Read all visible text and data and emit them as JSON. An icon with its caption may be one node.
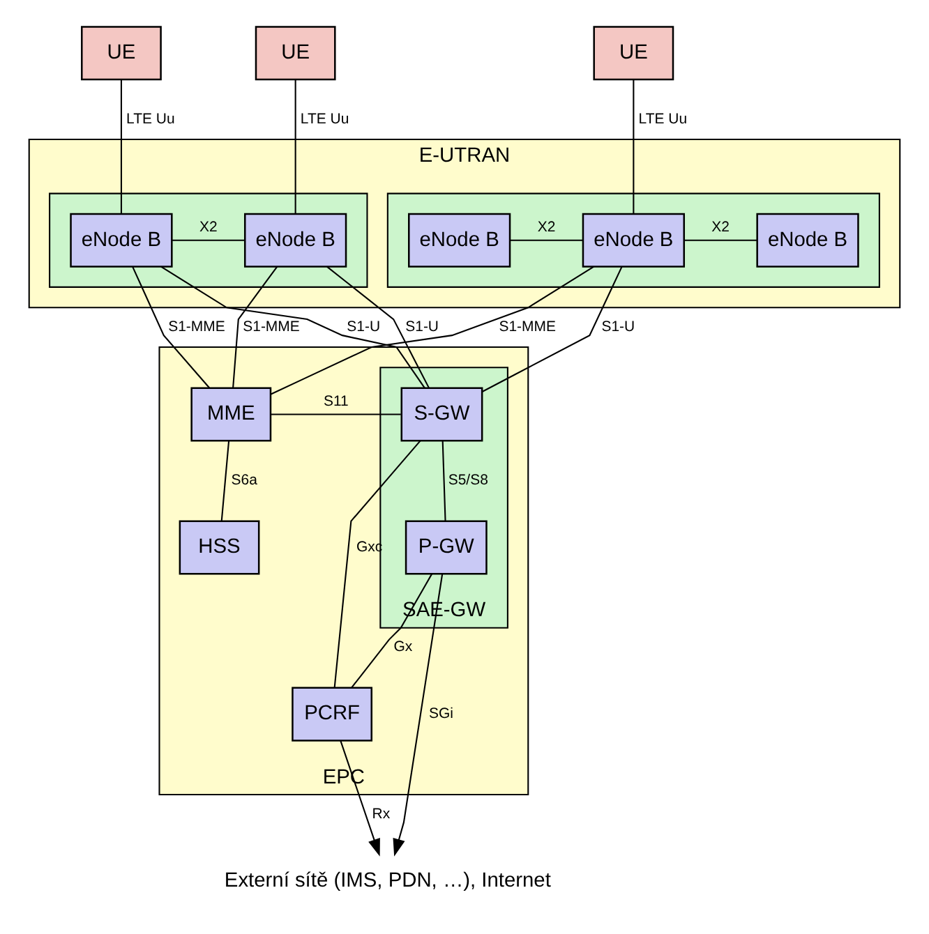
{
  "diagram": {
    "nodes": [
      {
        "text": [
          "UE"
        ]
      },
      {
        "text": [
          "UE"
        ]
      },
      {
        "text": [
          "UE"
        ]
      },
      {
        "text": [
          "E-UTRAN"
        ]
      },
      {
        "text": [],
        "shape": "box",
        "in": 3
      },
      {
        "text": [],
        "shape": "box",
        "in": 3
      },
      {
        "text": [
          "eNode B"
        ],
        "in": 4
      },
      {
        "text": [
          "eNode B"
        ],
        "in": 4
      },
      {
        "text": [
          "eNode B"
        ],
        "in": 5
      },
      {
        "text": [
          "eNode B"
        ],
        "in": 5
      },
      {
        "text": [
          "eNode B"
        ],
        "in": 5
      },
      {
        "text": [
          "EPC"
        ]
      },
      {
        "text": [
          "MME"
        ],
        "in": 11
      },
      {
        "text": [
          "SAE-GW"
        ],
        "in": 11
      },
      {
        "text": [
          "S-GW"
        ],
        "in": 13
      },
      {
        "text": [
          "HSS"
        ],
        "in": 11
      },
      {
        "text": [
          "P-GW"
        ],
        "in": 13
      },
      {
        "text": [
          "PCRF"
        ],
        "in": 11
      },
      {
        "text": [
          "Externí sítě (IMS, PDN, …), Internet"
        ]
      }
    ],
    "edges": [
      {
        "from": 0,
        "to": 6,
        "arrow": "none",
        "label": "LTE Uu"
      },
      {
        "from": 1,
        "to": 7,
        "arrow": "none",
        "label": "LTE Uu"
      },
      {
        "from": 2,
        "to": 9,
        "arrow": "none",
        "label": "LTE Uu"
      },
      {
        "from": 6,
        "to": 7,
        "arrow": "none",
        "label": "X2"
      },
      {
        "from": 8,
        "to": 9,
        "arrow": "none",
        "label": "X2"
      },
      {
        "from": 9,
        "to": 10,
        "arrow": "none",
        "label": "X2"
      },
      {
        "from": 6,
        "to": 12,
        "arrow": "none",
        "label": "S1-MME"
      },
      {
        "from": 6,
        "to": 14,
        "arrow": "none",
        "label": "S1-U"
      },
      {
        "from": 7,
        "to": 12,
        "arrow": "none",
        "label": "S1-MME"
      },
      {
        "from": 7,
        "to": 14,
        "arrow": "none",
        "label": "S1-U"
      },
      {
        "from": 9,
        "to": 12,
        "arrow": "none",
        "label": "S1-MME"
      },
      {
        "from": 9,
        "to": 14,
        "arrow": "none",
        "label": "S1-U"
      },
      {
        "from": 12,
        "to": 14,
        "arrow": "none",
        "label": "S11"
      },
      {
        "from": 12,
        "to": 15,
        "arrow": "none",
        "label": "S6a"
      },
      {
        "from": 14,
        "to": 16,
        "arrow": "none",
        "label": "S5/S8"
      },
      {
        "from": 16,
        "to": 17,
        "arrow": "none",
        "label": "Gx"
      },
      {
        "from": 14,
        "to": 17,
        "arrow": "none",
        "label": "Gxc"
      },
      {
        "from": 16,
        "to": 18,
        "arrow": "to",
        "label": "SGi"
      },
      {
        "from": 17,
        "to": 18,
        "arrow": "to",
        "label": "Rx"
      }
    ]
  }
}
